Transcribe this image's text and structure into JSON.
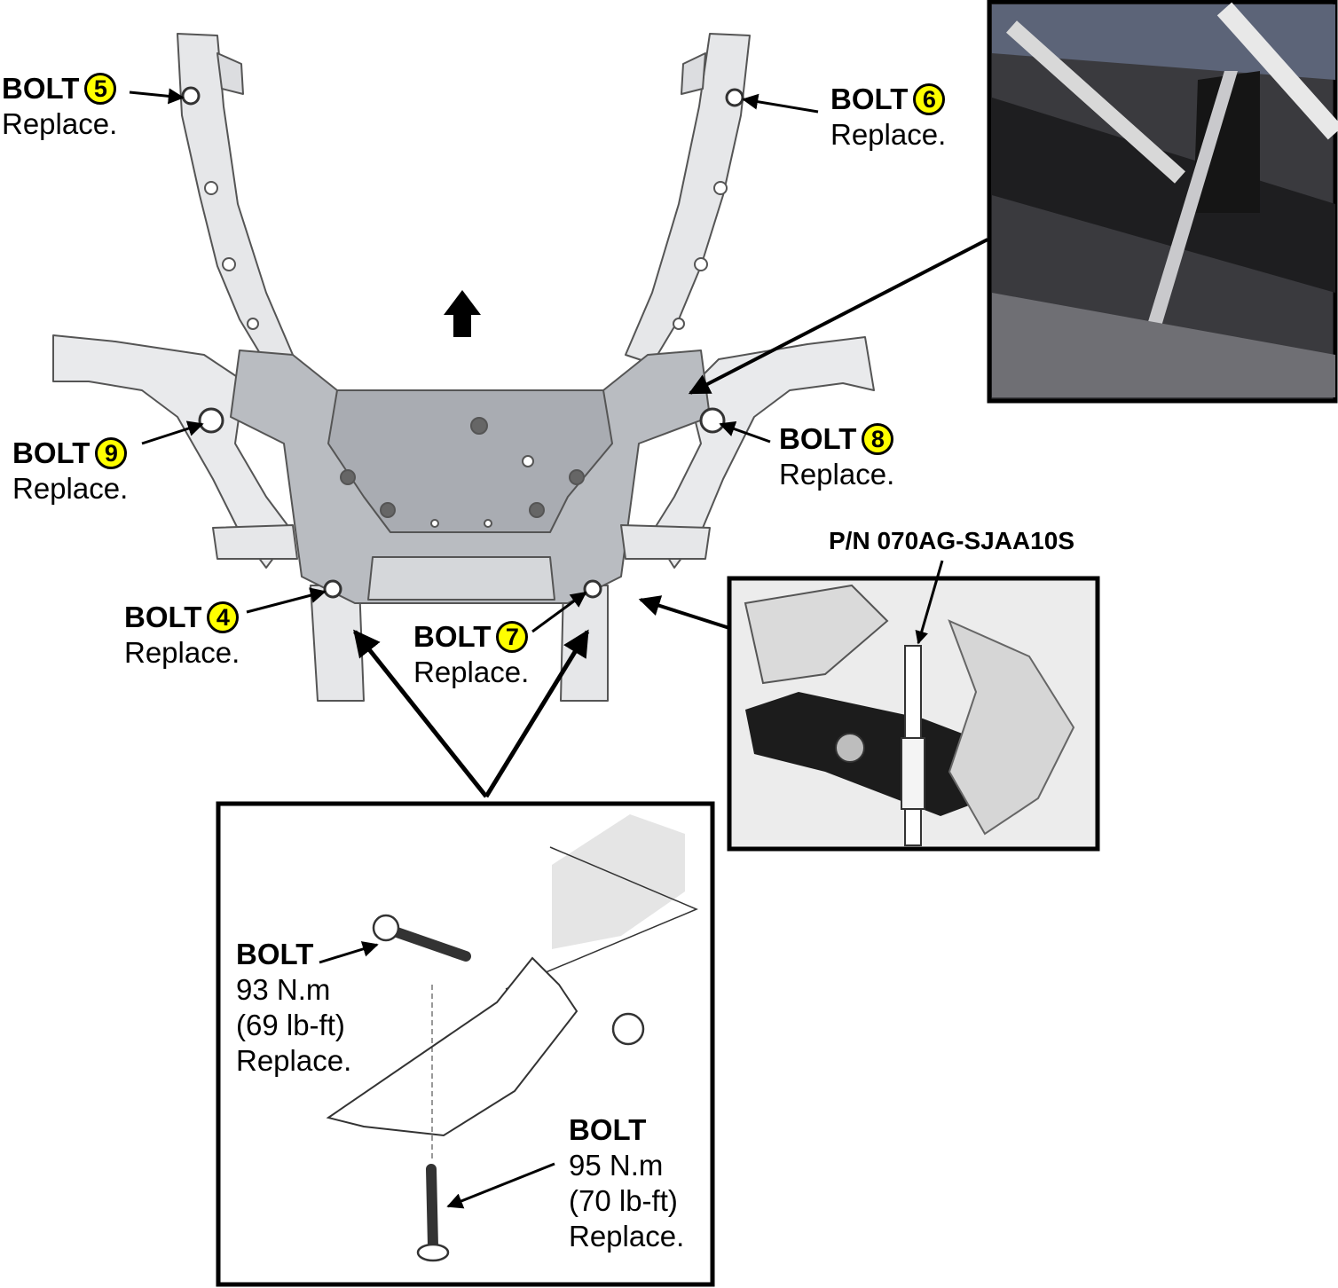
{
  "colors": {
    "number_badge": "#ffff00",
    "line": "#000000",
    "frame_fill": "#e6e7e9",
    "frame_shade": "#b9bcc1",
    "photo_bg": "#3a3a3e"
  },
  "labels": [
    {
      "id": "bolt5",
      "bolt": "BOLT",
      "number": "5",
      "action": "Replace."
    },
    {
      "id": "bolt6",
      "bolt": "BOLT",
      "number": "6",
      "action": "Replace."
    },
    {
      "id": "bolt9",
      "bolt": "BOLT",
      "number": "9",
      "action": "Replace."
    },
    {
      "id": "bolt8",
      "bolt": "BOLT",
      "number": "8",
      "action": "Replace."
    },
    {
      "id": "bolt4",
      "bolt": "BOLT",
      "number": "4",
      "action": "Replace."
    },
    {
      "id": "bolt7",
      "bolt": "BOLT",
      "number": "7",
      "action": "Replace."
    }
  ],
  "part_number": "P/N 070AG-SJAA10S",
  "detail": {
    "upper_bolt": {
      "title": "BOLT",
      "torque_nm": "93 N.m",
      "torque_lbft": "(69 lb-ft)",
      "action": "Replace."
    },
    "lower_bolt": {
      "title": "BOLT",
      "torque_nm": "95 N.m",
      "torque_lbft": "(70 lb-ft)",
      "action": "Replace."
    }
  },
  "icons": [
    "forward-direction-arrow-icon",
    "pointer-arrow-icon"
  ]
}
